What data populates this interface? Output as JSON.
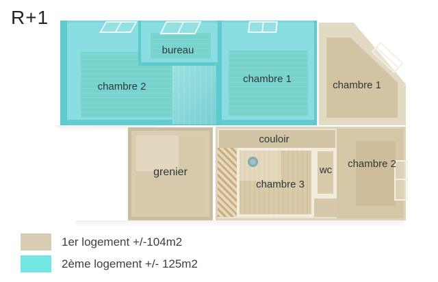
{
  "title": "R+1",
  "floorplan": {
    "rooms": {
      "chambre2_haut": {
        "label": "chambre 2"
      },
      "bureau": {
        "label": "bureau"
      },
      "chambre1_cyan": {
        "label": "chambre 1"
      },
      "chambre1_beige": {
        "label": "chambre 1"
      },
      "grenier": {
        "label": "grenier"
      },
      "couloir": {
        "label": "couloir"
      },
      "chambre3": {
        "label": "chambre 3"
      },
      "wc": {
        "label": "wc"
      },
      "chambre2_bas": {
        "label": "chambre 2"
      }
    }
  },
  "legend": {
    "items": [
      {
        "label": "1er logement  +/-104m2",
        "color": "#d8cdb4"
      },
      {
        "label": "2ème logement  +/- 125m2",
        "color": "#71e6e2"
      }
    ]
  },
  "colors": {
    "logement1_floor": "#d5c8aa",
    "logement2_floor": "#77d3cd",
    "wall_cream": "#eee7d6",
    "wall_cyan": "#5fcace"
  }
}
